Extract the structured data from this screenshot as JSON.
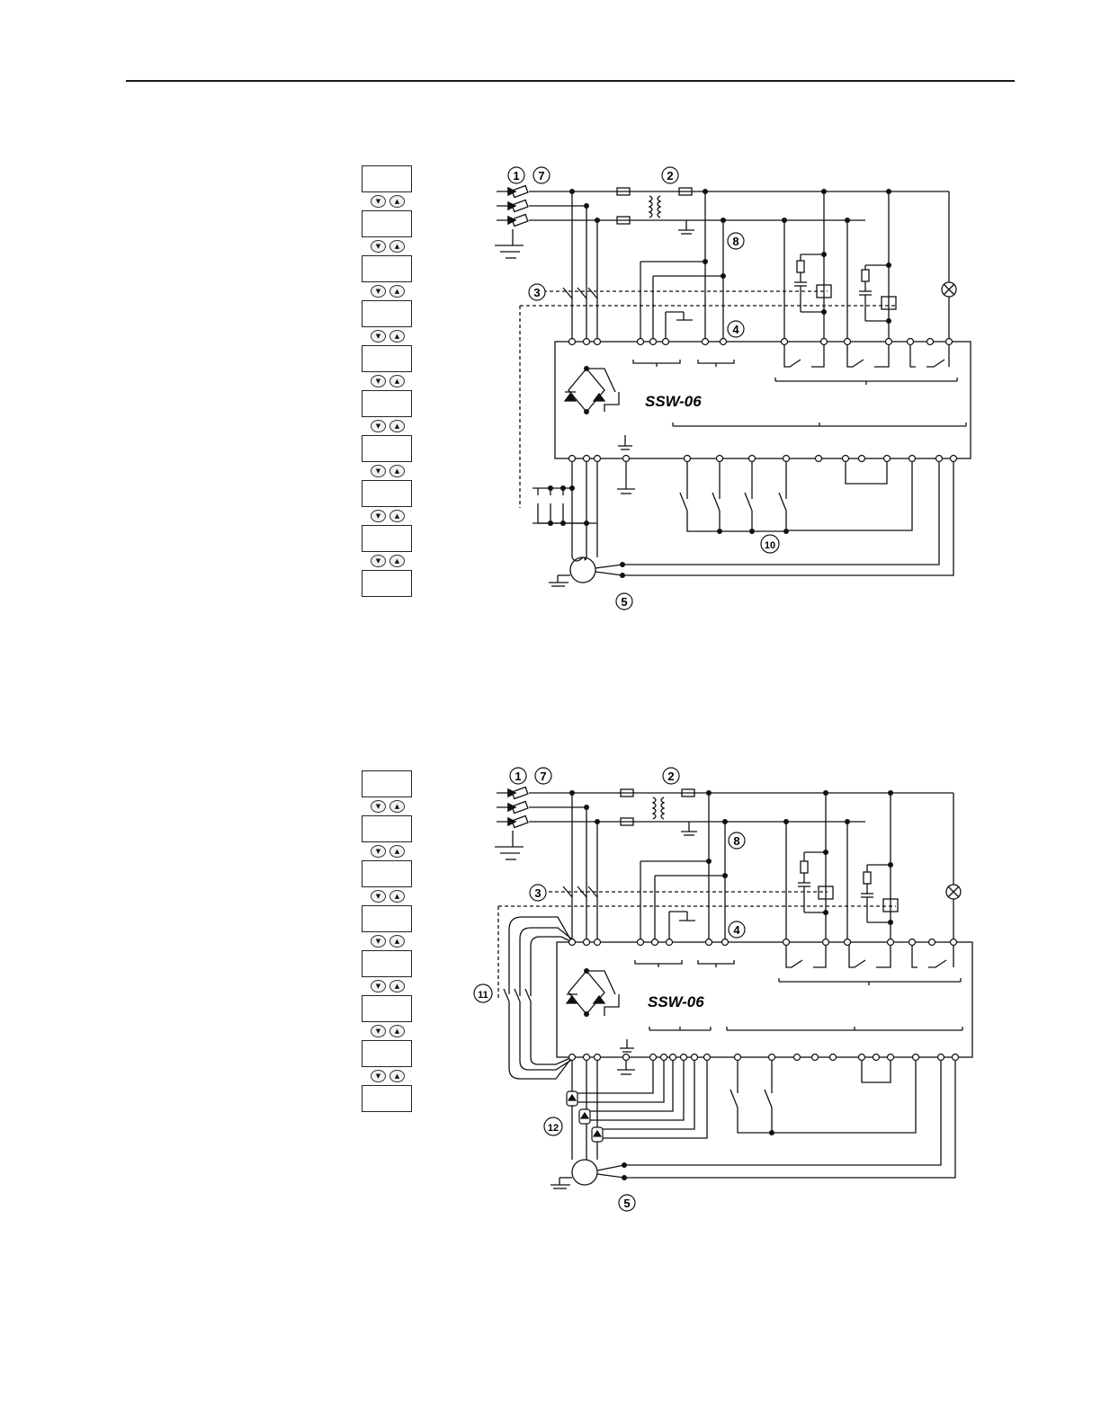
{
  "diagram_1": {
    "title": "SSW-06",
    "callouts": [
      "1",
      "7",
      "2",
      "8",
      "3",
      "4",
      "10",
      "5"
    ],
    "keypad_screens": 10
  },
  "diagram_2": {
    "title": "SSW-06",
    "callouts": [
      "1",
      "7",
      "2",
      "8",
      "3",
      "4",
      "11",
      "12",
      "5"
    ],
    "keypad_screens": 8
  },
  "icons": {
    "key_down": "▼",
    "key_up": "▲"
  }
}
